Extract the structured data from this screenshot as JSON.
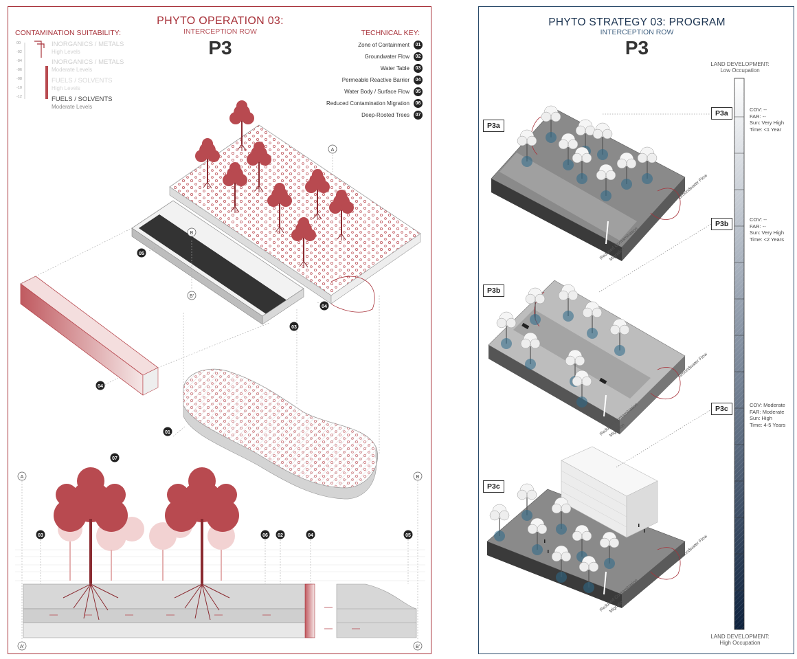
{
  "left": {
    "title": "PHYTO OPERATION 03:",
    "subtitle": "INTERCEPTION ROW",
    "code": "P3",
    "suitability": {
      "heading": "CONTAMINATION SUITABILITY:",
      "scale_ticks": [
        "00",
        "-02",
        "-04",
        "-06",
        "-08",
        "-10",
        "-12"
      ],
      "items": [
        {
          "name": "INORGANICS / METALS",
          "level": "High Levels",
          "color": "#d6d6d6"
        },
        {
          "name": "INORGANICS / METALS",
          "level": "Moderate Levels",
          "color": "#cfcfcf"
        },
        {
          "name": "FUELS / SOLVENTS",
          "level": "High Levels",
          "color": "#d6d6d6"
        },
        {
          "name": "FUELS / SOLVENTS",
          "level": "Moderate Levels",
          "color": "#444444"
        }
      ]
    },
    "technical_key": {
      "heading": "TECHNICAL KEY:",
      "items": [
        {
          "label": "Zone of Containment",
          "num": "01"
        },
        {
          "label": "Groundwater Flow",
          "num": "02"
        },
        {
          "label": "Water Table",
          "num": "03"
        },
        {
          "label": "Permeable Reactive Barrier",
          "num": "04"
        },
        {
          "label": "Water Body / Surface Flow",
          "num": "05"
        },
        {
          "label": "Reduced Contamination Migration",
          "num": "06"
        },
        {
          "label": "Deep-Rooted Trees",
          "num": "07"
        }
      ]
    },
    "callouts": {
      "a": "A",
      "b": "B",
      "b_prime": "B'",
      "a_prime": "A'",
      "n05": "05",
      "n04a": "04",
      "n03": "03",
      "n04b": "04",
      "n01": "01",
      "n07": "07",
      "sec03": "03",
      "sec06": "06",
      "sec02": "02",
      "sec04": "04",
      "sec05": "05"
    }
  },
  "right": {
    "title": "PHYTO STRATEGY 03: PROGRAM",
    "subtitle": "INTERCEPTION ROW",
    "code": "P3",
    "scale_top": {
      "line1": "LAND DEVELOPMENT:",
      "line2": "Low Occupation"
    },
    "scale_bottom": {
      "line1": "LAND DEVELOPMENT:",
      "line2": "High Occupation"
    },
    "stages": [
      {
        "tag": "P3a",
        "cov": "COV: --",
        "far": "FAR: --",
        "sun": "Sun: Very High",
        "time": "Time: <1 Year"
      },
      {
        "tag": "P3b",
        "cov": "COV: --",
        "far": "FAR: --",
        "sun": "Sun: Very High",
        "time": "Time: <2 Years"
      },
      {
        "tag": "P3c",
        "cov": "COV: Moderate",
        "far": "FAR: Moderate",
        "sun": "Sun: High",
        "time": "Time: 4-5 Years"
      }
    ],
    "diagram_labels": {
      "flow": "Groundwater Flow",
      "reduced_1": "Reduced Contamination",
      "reduced_2": "Migration"
    }
  },
  "colors": {
    "accent_red": "#a8323a",
    "accent_blue": "#1d3552",
    "tree_red": "#b84a50"
  }
}
